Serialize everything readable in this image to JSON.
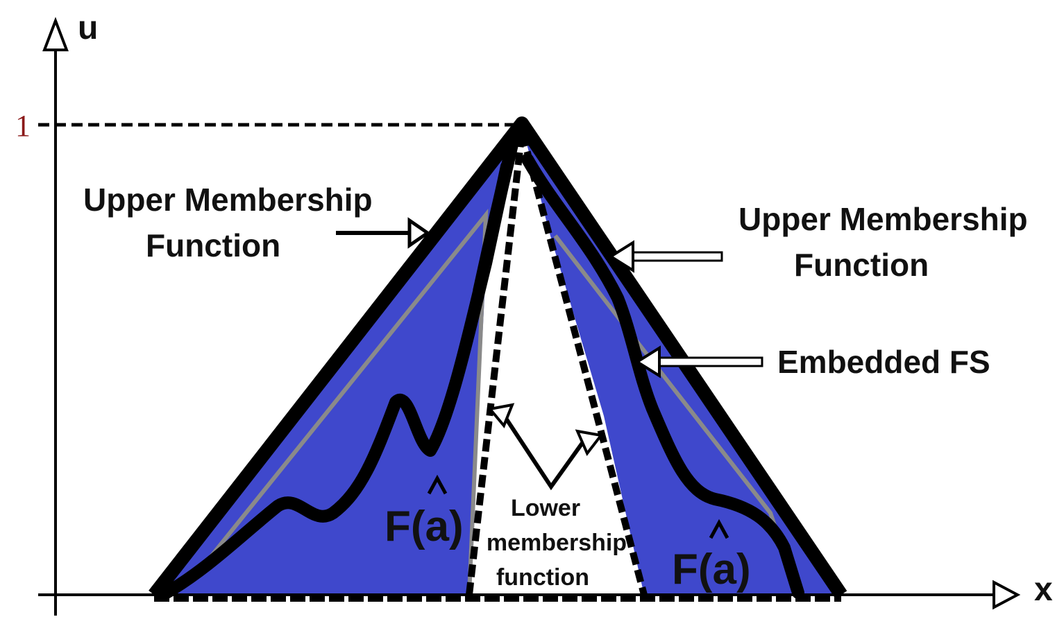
{
  "axes": {
    "y_label": "u",
    "x_label": "x",
    "y_tick": "1"
  },
  "labels": {
    "upper_left_line1": "Upper Membership",
    "upper_left_line2": "Function",
    "upper_right_line1": "Upper Membership",
    "upper_right_line2": "Function",
    "embedded": "Embedded FS",
    "lower_line1": "Lower",
    "lower_line2": "membership",
    "lower_line3": "function",
    "f_left": "F(a)",
    "f_right": "F(a)"
  },
  "colors": {
    "fou_fill": "#3f48cc",
    "outline": "#000000",
    "tick_one": "#8b1a1a"
  }
}
